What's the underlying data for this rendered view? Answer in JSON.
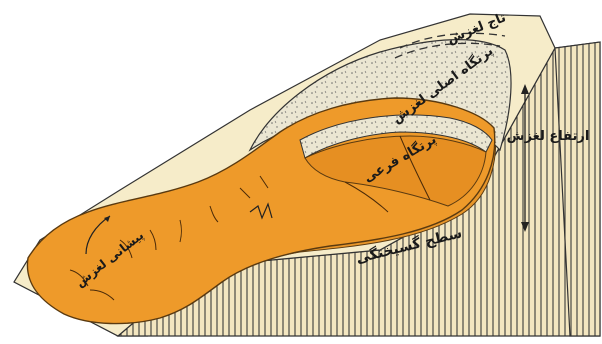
{
  "labels": {
    "crown": "تاج لغزش",
    "main_scarp": "پرتگاه اصلی لغزش",
    "minor_scarp": "پرتگاه فرعی",
    "height": "ارتفاع لغزش",
    "rupture_surface": "سطح گسیختگی",
    "toe": "پیشانی لغزش"
  },
  "colors": {
    "slope_top": "#f6ecc9",
    "block_side": "#f3e6c0",
    "hatch": "#3a3a3a",
    "slide_body": "#ee9a2a",
    "slide_dark": "#d27e16",
    "scarp_face": "#e9e4cf"
  }
}
